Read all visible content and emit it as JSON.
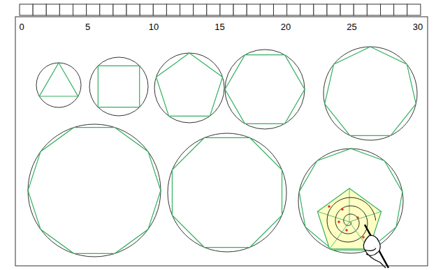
{
  "diagram": {
    "labels": [
      "0",
      "5",
      "10",
      "15",
      "20",
      "25",
      "30"
    ]
  }
}
